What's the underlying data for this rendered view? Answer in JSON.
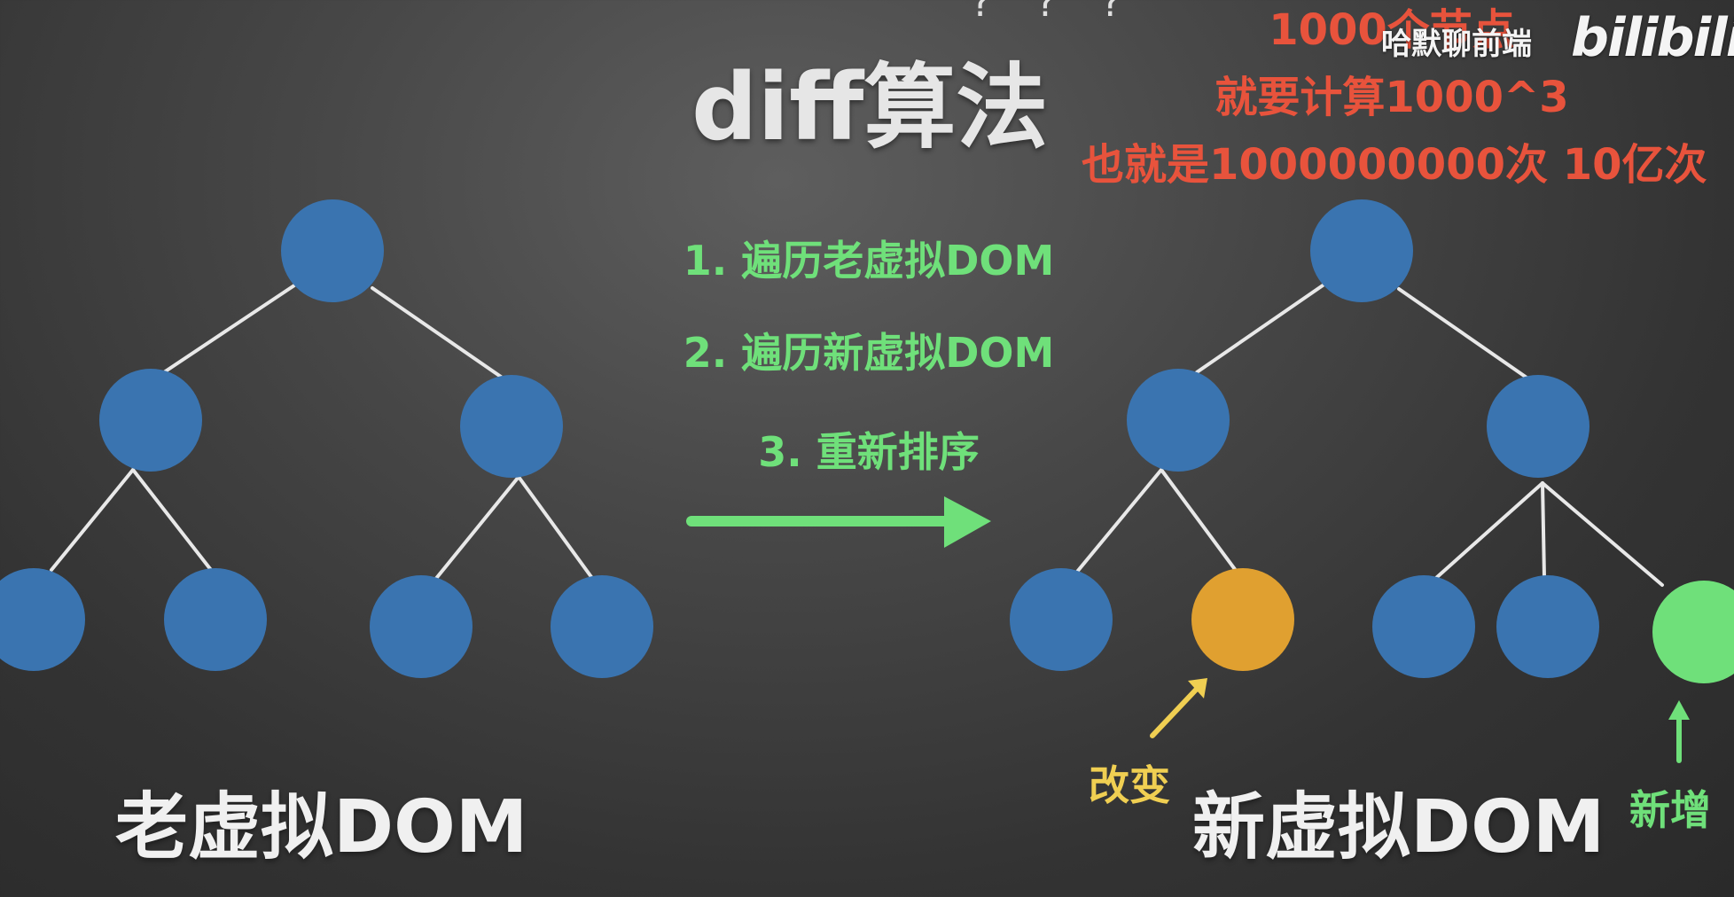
{
  "slide": {
    "title": "diff算法",
    "question_marks": "? ? ?"
  },
  "annotation": {
    "line1": "1000个节点",
    "line2": "就要计算1000^3",
    "line3": "也就是1000000000次 10亿次"
  },
  "watermark": {
    "channel": "哈默聊前端",
    "logo": "bilibili"
  },
  "steps": [
    "1. 遍历老虚拟DOM",
    "2. 遍历新虚拟DOM",
    "3. 重新排序"
  ],
  "labels": {
    "old_tree": "老虚拟DOM",
    "new_tree": "新虚拟DOM",
    "changed": "改变",
    "added": "新增"
  },
  "colors": {
    "node_default": "#3a74b0",
    "node_changed": "#e0a030",
    "node_added": "#6fe07a",
    "edge": "#e8e8e8",
    "arrow_green": "#6fe07a",
    "arrow_yellow": "#f0cf52",
    "annotation_red": "#e8533c"
  }
}
